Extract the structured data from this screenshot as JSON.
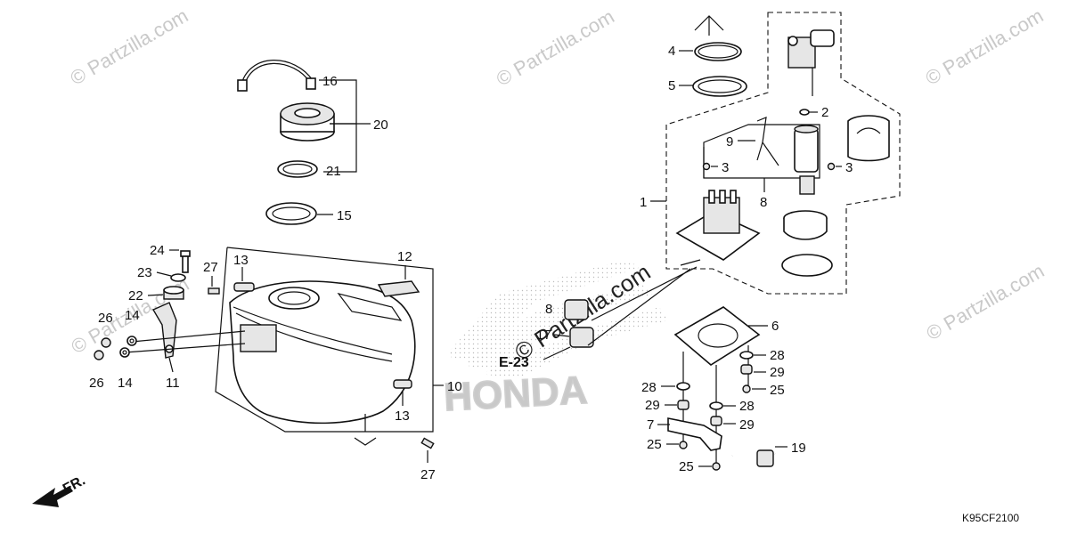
{
  "watermarks": {
    "small": "© Partzilla.com",
    "big": "© Partzilla.com",
    "brand": "HONDA"
  },
  "diagram_code": "K95CF2100",
  "reference": "E-23",
  "front_indicator": "FR.",
  "callouts": {
    "c1": "1",
    "c2": "2",
    "c3a": "3",
    "c3b": "3",
    "c4": "4",
    "c5": "5",
    "c6": "6",
    "c7": "7",
    "c8a": "8",
    "c8b": "8",
    "c9": "9",
    "c10": "10",
    "c11": "11",
    "c12": "12",
    "c13a": "13",
    "c13b": "13",
    "c14a": "14",
    "c14b": "14",
    "c15": "15",
    "c16": "16",
    "c17": "17",
    "c19": "19",
    "c20": "20",
    "c21": "21",
    "c22": "22",
    "c23": "23",
    "c24": "24",
    "c25a": "25",
    "c25b": "25",
    "c25c": "25",
    "c26a": "26",
    "c26b": "26",
    "c27a": "27",
    "c27b": "27",
    "c28a": "28",
    "c28b": "28",
    "c28c": "28",
    "c29a": "29",
    "c29b": "29",
    "c29c": "29"
  }
}
